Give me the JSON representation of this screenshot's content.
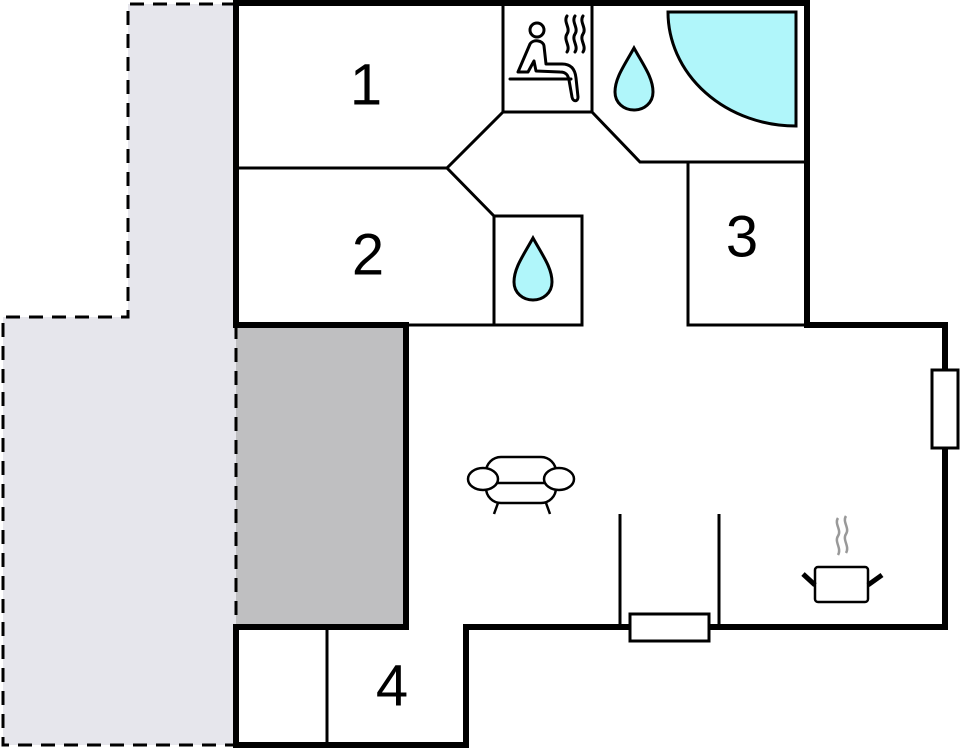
{
  "diagram": {
    "type": "floor-plan",
    "colors": {
      "wall": "#000000",
      "terrace": "#e6e6ec",
      "covered_area": "#bfbfc1",
      "water": "#b0f6fa",
      "steam": "#999999",
      "background": "#ffffff"
    },
    "rooms": [
      {
        "id": "room-1",
        "label": "1",
        "kind": "bedroom"
      },
      {
        "id": "room-2",
        "label": "2",
        "kind": "bedroom"
      },
      {
        "id": "room-3",
        "label": "3",
        "kind": "bedroom"
      },
      {
        "id": "room-4",
        "label": "4",
        "kind": "room"
      }
    ],
    "areas": [
      {
        "id": "sauna",
        "icon": "sauna-icon"
      },
      {
        "id": "bathroom-main",
        "icon": "water-drop-icon",
        "fixture": "corner-bathtub"
      },
      {
        "id": "bathroom-small",
        "icon": "water-drop-icon"
      },
      {
        "id": "living-room",
        "icon": "sofa-icon"
      },
      {
        "id": "kitchen",
        "icon": "cooking-pot-icon"
      },
      {
        "id": "covered-terrace",
        "fill": "covered_area"
      },
      {
        "id": "open-terrace",
        "fill": "terrace",
        "outline": "dashed"
      }
    ],
    "windows": [
      {
        "id": "window-east",
        "wall": "east"
      },
      {
        "id": "window-south",
        "wall": "south"
      }
    ]
  }
}
